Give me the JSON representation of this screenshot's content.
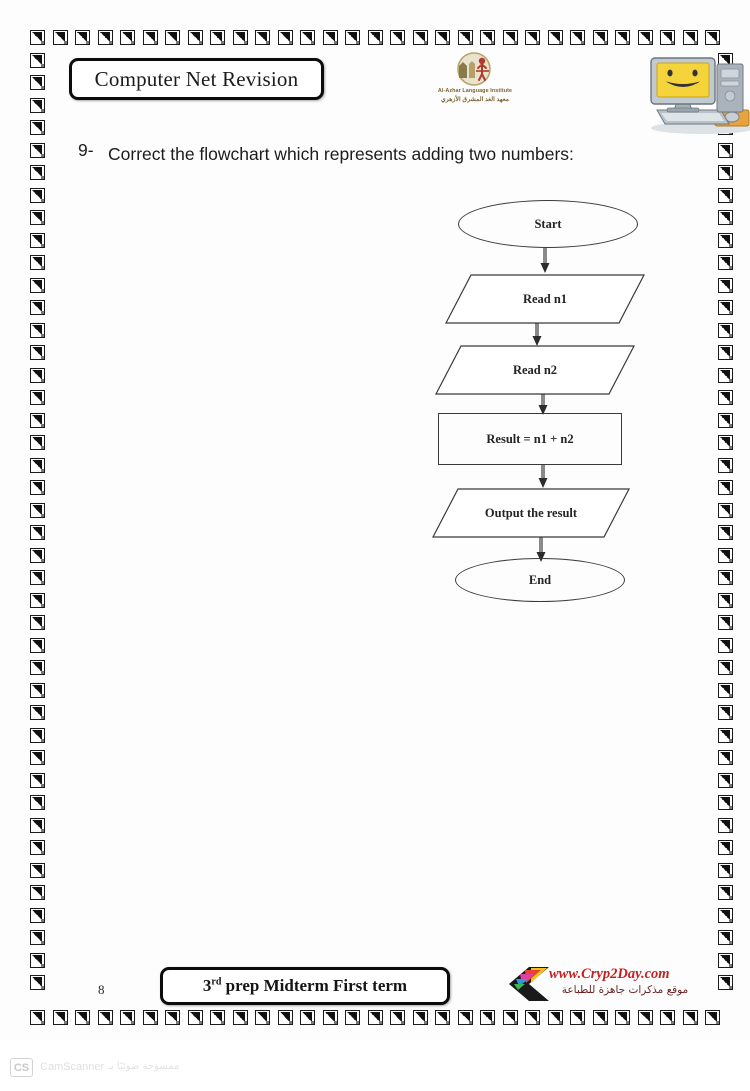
{
  "document": {
    "title": "Computer Net Revision",
    "page_number": "8"
  },
  "header": {
    "title_box_label": "Computer Net Revision",
    "institute_logo": {
      "icon": "azhar-institute-logo-icon",
      "line_en": "Al-Azhar Language Institute",
      "line_ar": "معهد الغد المشرق الأزهري",
      "color": "#7a6533"
    },
    "computer_clipart": {
      "icon": "desktop-computer-clipart-icon",
      "screen_color": "#f5d33a",
      "tower_color": "#9aa3ad",
      "mousepad_color": "#e8a33d"
    }
  },
  "question": {
    "number": "9-",
    "text": "Correct the flowchart which represents adding two numbers:"
  },
  "chart_data": {
    "type": "diagram",
    "subtype": "flowchart",
    "title": "Flowchart for adding two numbers",
    "nodes": [
      {
        "id": "start",
        "label": "Start",
        "shape": "oval"
      },
      {
        "id": "read1",
        "label": "Read n1",
        "shape": "parallelogram"
      },
      {
        "id": "read2",
        "label": "Read n2",
        "shape": "parallelogram"
      },
      {
        "id": "calc",
        "label": "Result = n1 + n2",
        "shape": "rectangle"
      },
      {
        "id": "output",
        "label": "Output the result",
        "shape": "parallelogram"
      },
      {
        "id": "end",
        "label": "End",
        "shape": "oval"
      }
    ],
    "edges": [
      {
        "from": "start",
        "to": "read1"
      },
      {
        "from": "read1",
        "to": "read2"
      },
      {
        "from": "read2",
        "to": "calc"
      },
      {
        "from": "calc",
        "to": "output"
      },
      {
        "from": "output",
        "to": "end"
      }
    ]
  },
  "footer": {
    "banner_prefix": "3",
    "banner_sup": "rd",
    "banner_rest": " prep Midterm First term",
    "banner_full": "3rd prep Midterm First term",
    "page_number": "8",
    "watermark": {
      "icon": "rainbow-chevron-logo-icon",
      "url": "www.Cryp2Day.com",
      "arabic": "موقع مذكرات جاهزة للطباعة",
      "url_color": "#c32222"
    }
  },
  "scanner": {
    "logo_text": "CS",
    "app_name": "CamScanner",
    "arabic": "ممسوحة ضوئيًا بـ"
  }
}
